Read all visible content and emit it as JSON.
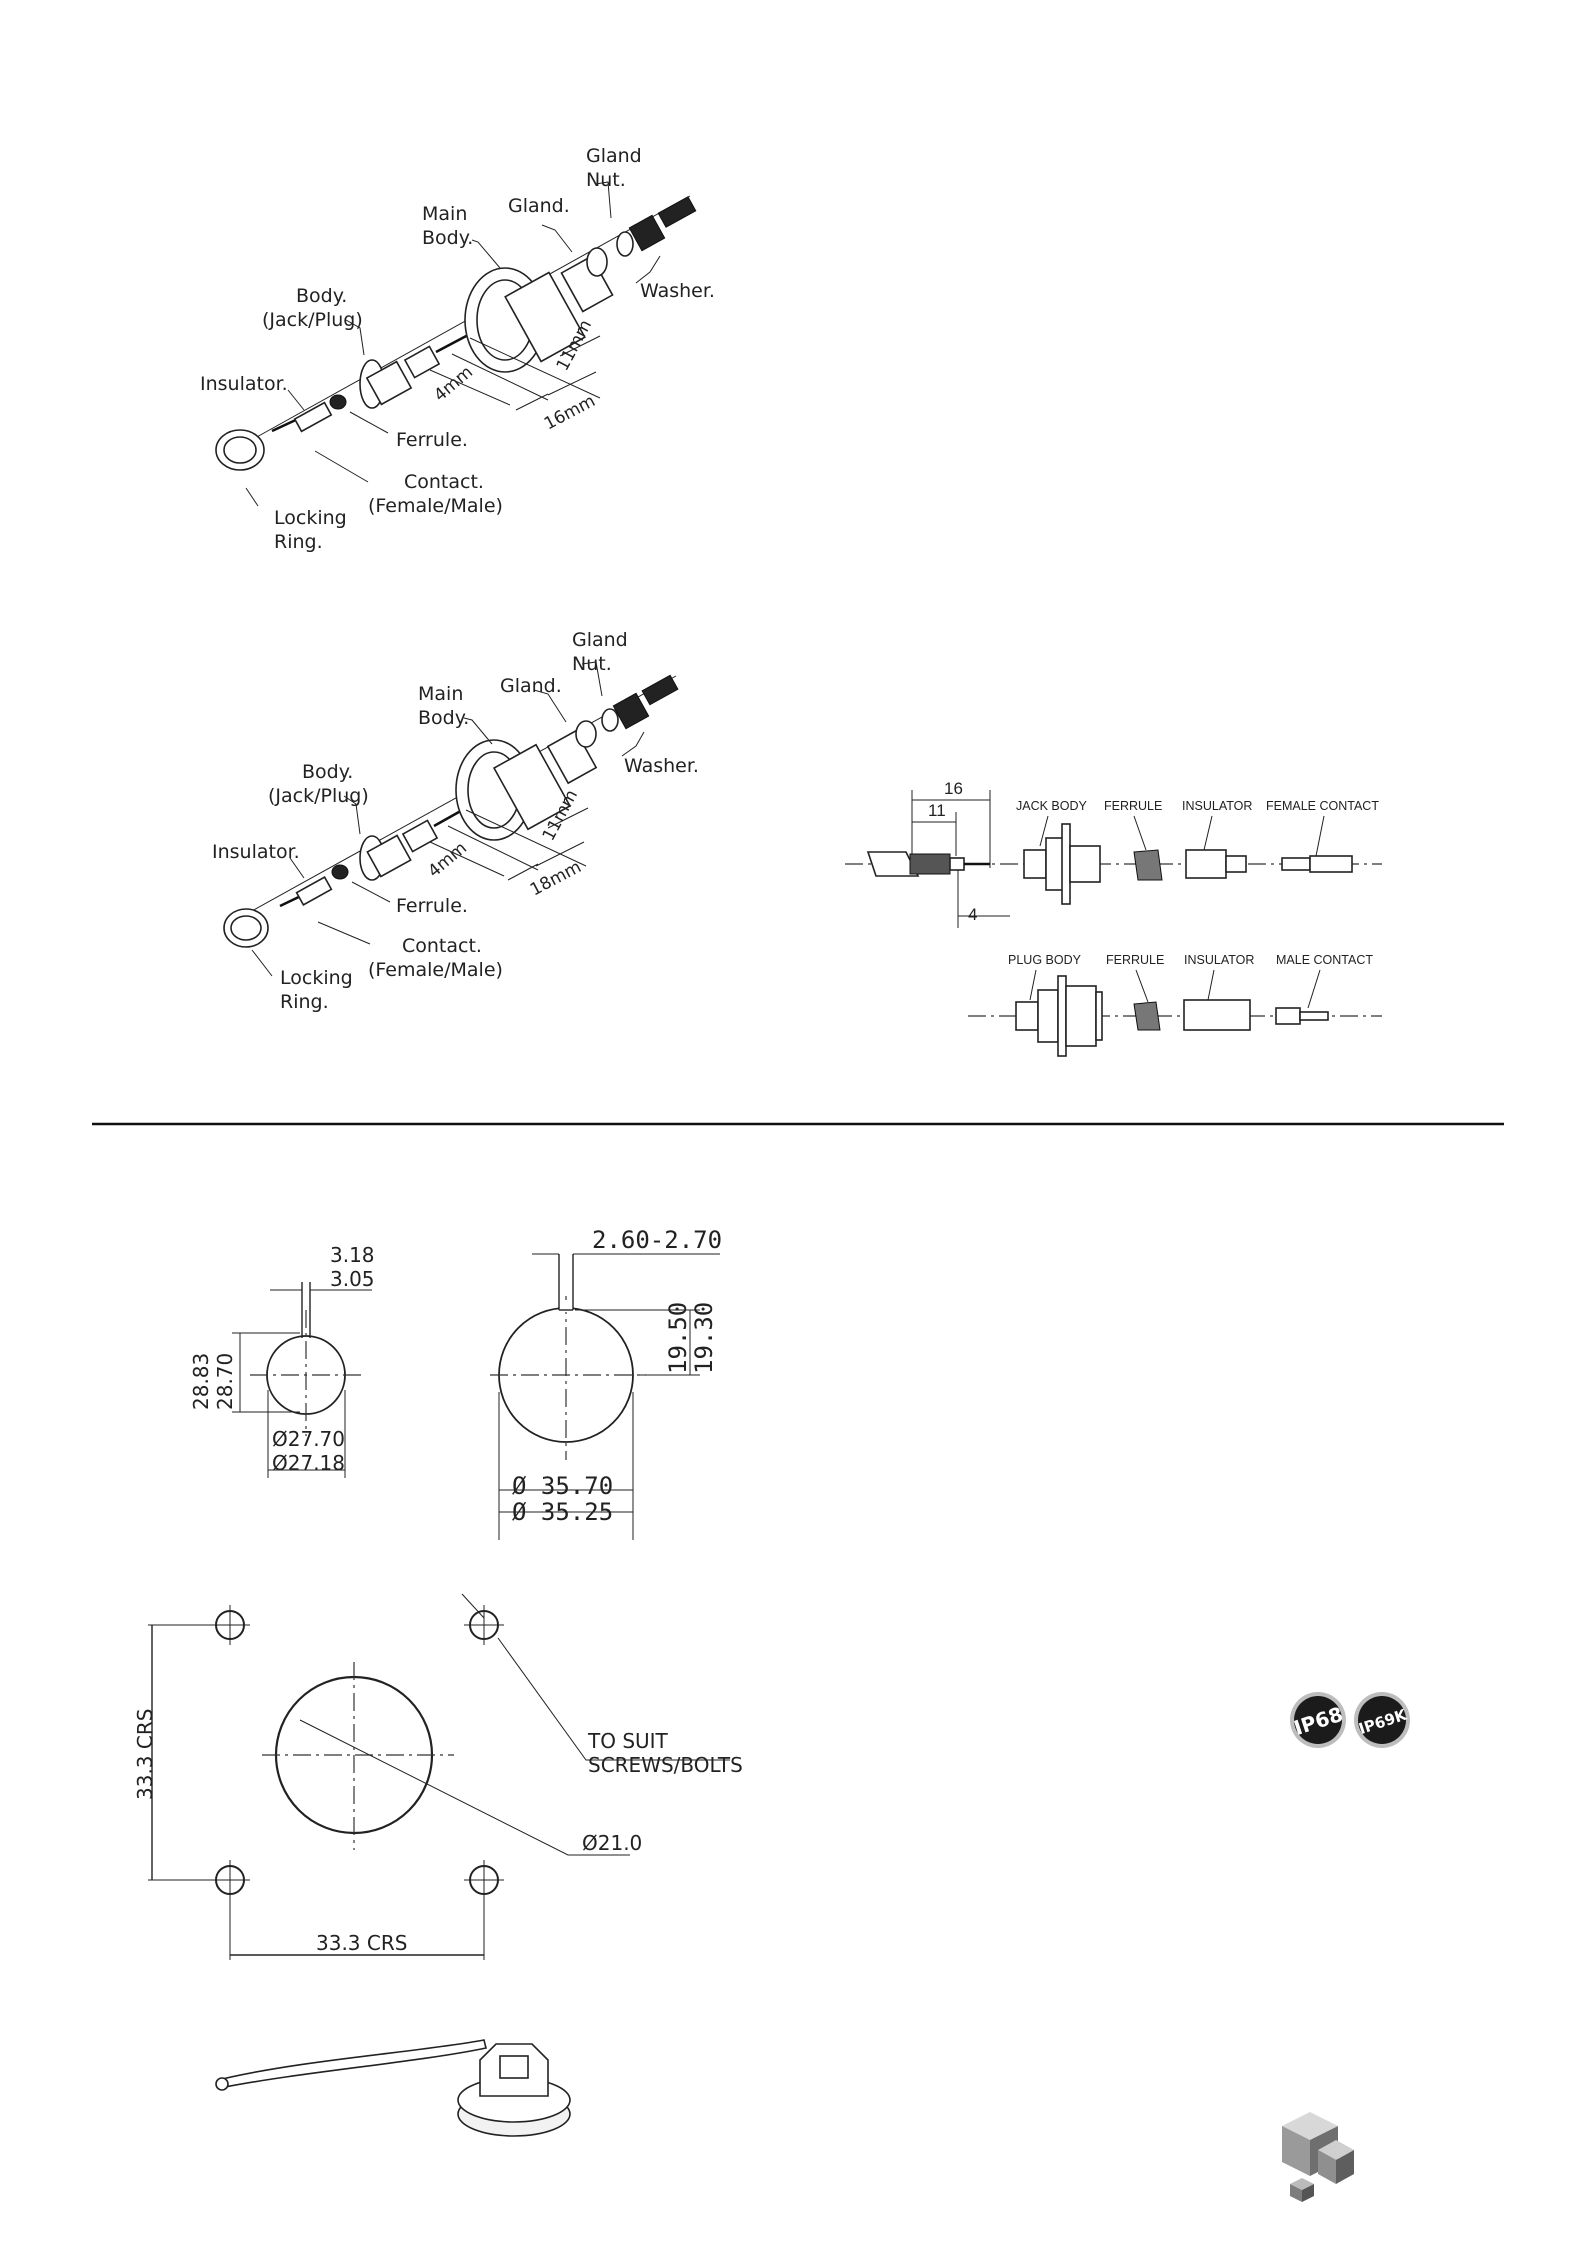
{
  "exploded_top": {
    "labels": {
      "gland_nut_1": "Gland",
      "gland_nut_2": "Nut.",
      "gland": "Gland.",
      "main_body_1": "Main",
      "main_body_2": "Body.",
      "washer": "Washer.",
      "body_1": "Body.",
      "body_2": "(Jack/Plug)",
      "insulator": "Insulator.",
      "ferrule": "Ferrule.",
      "contact_1": "Contact.",
      "contact_2": "(Female/Male)",
      "locking_1": "Locking",
      "locking_2": "Ring.",
      "dim_4": "4mm",
      "dim_11": "11mm",
      "dim_16": "16mm"
    }
  },
  "exploded_bottom": {
    "labels": {
      "gland_nut_1": "Gland",
      "gland_nut_2": "Nut.",
      "gland": "Gland.",
      "main_body_1": "Main",
      "main_body_2": "Body.",
      "washer": "Washer.",
      "body_1": "Body.",
      "body_2": "(Jack/Plug)",
      "insulator": "Insulator.",
      "ferrule": "Ferrule.",
      "contact_1": "Contact.",
      "contact_2": "(Female/Male)",
      "locking_1": "Locking",
      "locking_2": "Ring.",
      "dim_4": "4mm",
      "dim_11": "11mm",
      "dim_18": "18mm"
    }
  },
  "cable_prep": {
    "dim_16": "16",
    "dim_11": "11",
    "dim_4": "4",
    "jack_row": [
      "JACK BODY",
      "FERRULE",
      "INSULATOR",
      "FEMALE CONTACT"
    ],
    "plug_row": [
      "PLUG BODY",
      "FERRULE",
      "INSULATOR",
      "MALE CONTACT"
    ]
  },
  "panel_cutouts": {
    "small": {
      "key_max": "3.18",
      "key_min": "3.05",
      "height_max": "28.83",
      "height_min": "28.70",
      "dia_max": "Ø27.70",
      "dia_min": "Ø27.18"
    },
    "large": {
      "key_width": "2.60-2.70",
      "height_max": "19.50",
      "height_min": "19.30",
      "dia_max": "Ø 35.70",
      "dia_min": "Ø 35.25"
    }
  },
  "mounting": {
    "vertical_crs": "33.3 CRS",
    "horizontal_crs": "33.3 CRS",
    "screws_1": "TO SUIT",
    "screws_2": "SCREWS/BOLTS",
    "hole_dia": "Ø21.0"
  },
  "badges": {
    "ip68": "IP68",
    "ip69k": "IP69K"
  }
}
